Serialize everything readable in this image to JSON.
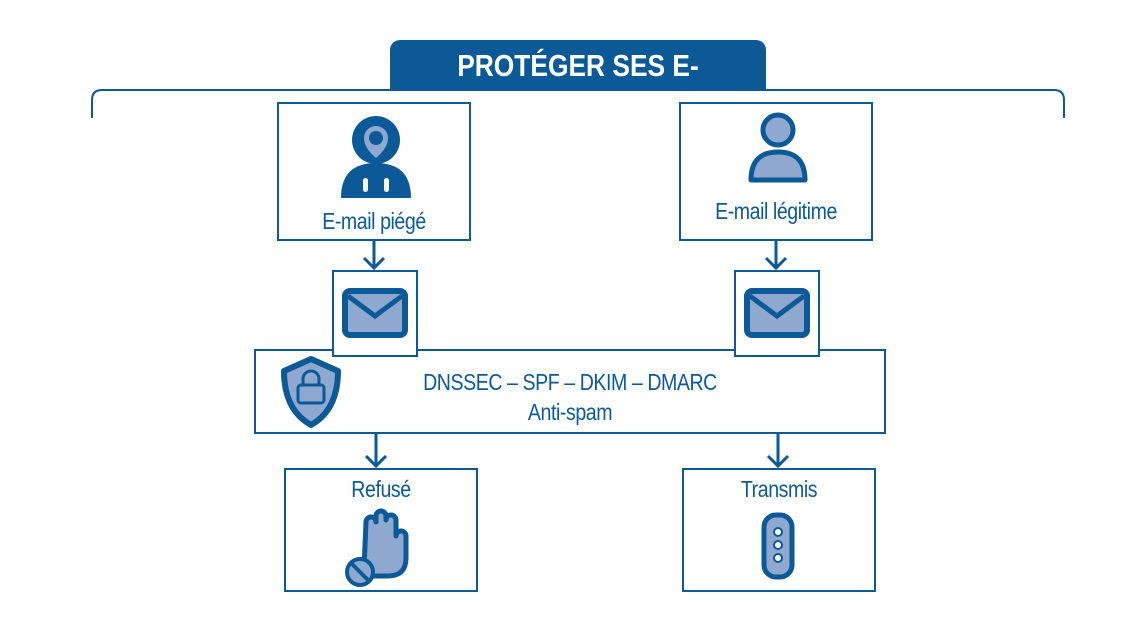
{
  "title": "PROTÉGER SES E-MAILS",
  "sources": [
    {
      "label": "E-mail piégé",
      "icon": "hooded-hacker-skull-icon"
    },
    {
      "label": "E-mail légitime",
      "icon": "user-icon"
    }
  ],
  "filter": {
    "line1": "DNSSEC – SPF – DKIM – DMARC",
    "line2": "Anti-spam",
    "icon": "shield-lock-icon"
  },
  "outcomes": [
    {
      "label": "Refusé",
      "icon": "stop-hand-icon"
    },
    {
      "label": "Transmis",
      "icon": "traffic-light-icon"
    }
  ],
  "colors": {
    "primary": "#0b5a97",
    "fill": "#8fa8cf"
  }
}
